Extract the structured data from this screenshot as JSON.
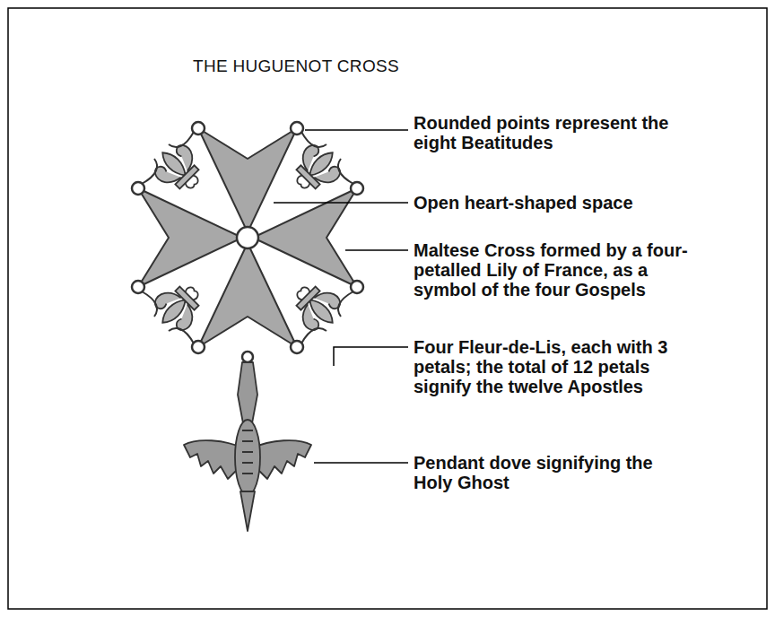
{
  "diagram": {
    "title": "THE HUGUENOT CROSS",
    "labels": [
      "Rounded points represent the eight Beatitudes",
      "Open heart-shaped space",
      "Maltese Cross formed by a four-petalled Lily of France, as a symbol of the four Gospels",
      "Four Fleur-de-Lis, each with 3 petals; the total of 12 petals signify the twelve Apostles",
      "Pendant dove signifying the Holy Ghost"
    ]
  }
}
